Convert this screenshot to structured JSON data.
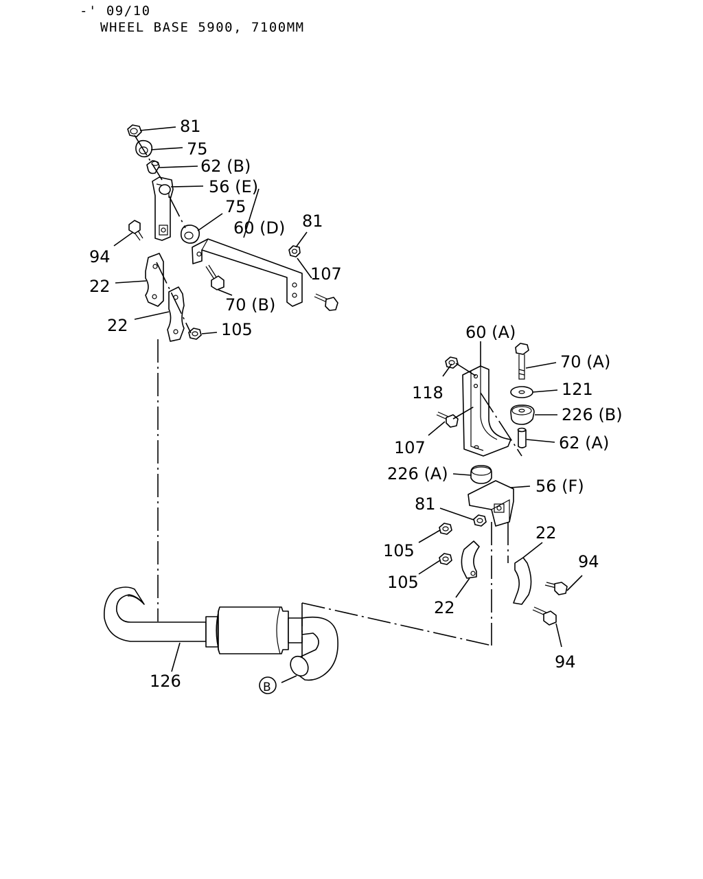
{
  "header": {
    "line1": "-' 09/10",
    "line2": "WHEEL BASE 5900, 7100MM"
  },
  "callouts": {
    "c81_top": "81",
    "c75_top": "75",
    "c62b": "62 (B)",
    "c56e": "56 (E)",
    "c75_mid": "75",
    "c60d": "60 (D)",
    "c81_mid": "81",
    "c94_left": "94",
    "c107_top": "107",
    "c22_a": "22",
    "c70b": "70 (B)",
    "c22_b": "22",
    "c105_top": "105",
    "c60a": "60 (A)",
    "c70a": "70 (A)",
    "c118": "118",
    "c121": "121",
    "c226b": "226 (B)",
    "c107_right": "107",
    "c62a": "62 (A)",
    "c226a": "226 (A)",
    "c56f": "56 (F)",
    "c81_right": "81",
    "c22_c": "22",
    "c105_a": "105",
    "c94_a": "94",
    "c105_b": "105",
    "c22_d": "22",
    "c94_b": "94",
    "c126": "126",
    "cB": "B"
  }
}
